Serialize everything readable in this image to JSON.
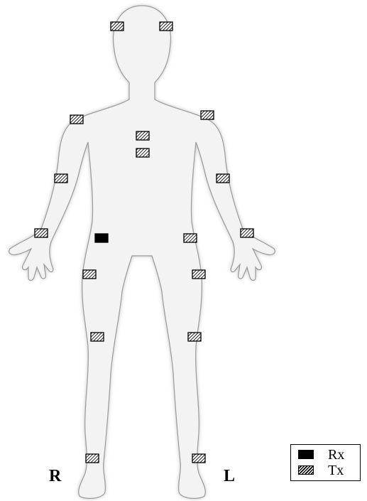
{
  "labels": {
    "right": "R",
    "left": "L"
  },
  "legend": [
    {
      "key": "rx",
      "label": "Rx",
      "pattern": "solid"
    },
    {
      "key": "tx",
      "label": "Tx",
      "pattern": "hatched"
    }
  ],
  "sensors": [
    {
      "id": "head-right",
      "type": "Tx"
    },
    {
      "id": "head-left",
      "type": "Tx"
    },
    {
      "id": "shoulder-right",
      "type": "Tx"
    },
    {
      "id": "shoulder-left",
      "type": "Tx"
    },
    {
      "id": "chest-upper",
      "type": "Tx"
    },
    {
      "id": "chest-lower",
      "type": "Tx"
    },
    {
      "id": "upper-arm-right",
      "type": "Tx"
    },
    {
      "id": "upper-arm-left",
      "type": "Tx"
    },
    {
      "id": "wrist-right",
      "type": "Tx"
    },
    {
      "id": "wrist-left",
      "type": "Tx"
    },
    {
      "id": "waist-right",
      "type": "Rx"
    },
    {
      "id": "waist-left",
      "type": "Tx"
    },
    {
      "id": "thigh-right",
      "type": "Tx"
    },
    {
      "id": "thigh-left",
      "type": "Tx"
    },
    {
      "id": "knee-right",
      "type": "Tx"
    },
    {
      "id": "knee-left",
      "type": "Tx"
    },
    {
      "id": "ankle-right",
      "type": "Tx"
    },
    {
      "id": "ankle-left",
      "type": "Tx"
    }
  ],
  "colors": {
    "body_fill": "#f2f2f2",
    "body_outline": "#8c8c8c",
    "marker": "#000000"
  }
}
